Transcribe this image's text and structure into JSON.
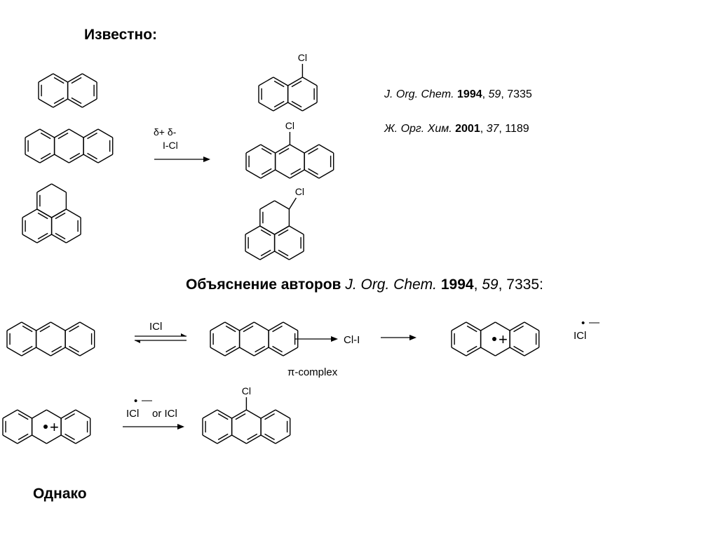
{
  "heading_known": "Известно:",
  "ref1": {
    "journal": "J. Org. Chem.",
    "year": "1994",
    "volume": "59",
    "pages": "7335"
  },
  "ref2": {
    "journal": "Ж. Орг. Хим.",
    "year": "2001",
    "volume": "37",
    "pages": "1189"
  },
  "reagent": {
    "charges": "δ+   δ-",
    "formula": "I-Cl"
  },
  "atom_cl": "Cl",
  "explanation": {
    "prefix": "Объяснение авторов",
    "journal": "J. Org. Chem.",
    "year": "1994",
    "volume": "59",
    "pages": "7335:"
  },
  "mech": {
    "icl": "ICl",
    "cli": "Cl-I",
    "pi_complex": "π-complex",
    "radical_dot": "•",
    "radical_minus": "—",
    "plus": "+",
    "or_icl": "or ICl"
  },
  "heading_however": "Однако"
}
